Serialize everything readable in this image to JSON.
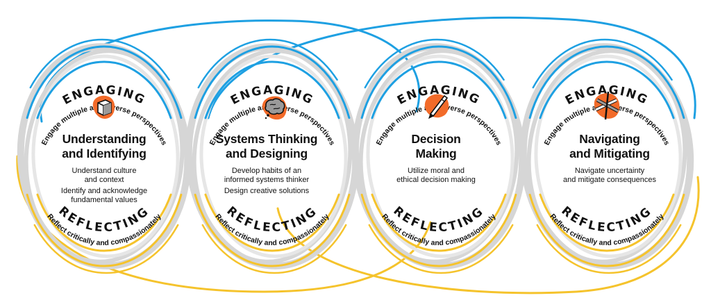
{
  "colors": {
    "blue": "#1ea0e2",
    "yellow": "#f5c32c",
    "gray": "#d6d6d6",
    "orange": "#f26b2a",
    "ink": "#111111"
  },
  "modules": [
    {
      "engaging": "ENGAGING",
      "engaging_sub": "Engage multiple and diverse perspectives",
      "reflecting": "REFLECTING",
      "reflecting_sub": "Reflect critically and compassionately",
      "icon": "cube-icon",
      "title": [
        "Understanding",
        "and Identifying"
      ],
      "points": [
        [
          "Understand culture",
          "and context"
        ],
        [
          "Identify and acknowledge",
          "fundamental values"
        ]
      ]
    },
    {
      "engaging": "ENGAGING",
      "engaging_sub": "Engage multiple and diverse perspectives",
      "reflecting": "REFLECTING",
      "reflecting_sub": "Reflect critically and compassionately",
      "icon": "brain-icon",
      "title": [
        "Systems Thinking",
        "and Designing"
      ],
      "points": [
        [
          "Develop habits of an",
          "informed systems thinker"
        ],
        [
          "Design creative solutions"
        ]
      ]
    },
    {
      "engaging": "ENGAGING",
      "engaging_sub": "Engage multiple and diverse perspectives",
      "reflecting": "REFLECTING",
      "reflecting_sub": "Reflect critically and compassionately",
      "icon": "pen-icon",
      "title": [
        "Decision",
        "Making"
      ],
      "points": [
        [
          "Utilize moral and",
          "ethical decision making"
        ]
      ]
    },
    {
      "engaging": "ENGAGING",
      "engaging_sub": "Engage multiple and diverse perspectives",
      "reflecting": "REFLECTING",
      "reflecting_sub": "Reflect critically and compassionately",
      "icon": "arrows-icon",
      "title": [
        "Navigating",
        "and Mitigating"
      ],
      "points": [
        [
          "Navigate uncertainty",
          "and mitigate consequences"
        ]
      ]
    }
  ]
}
